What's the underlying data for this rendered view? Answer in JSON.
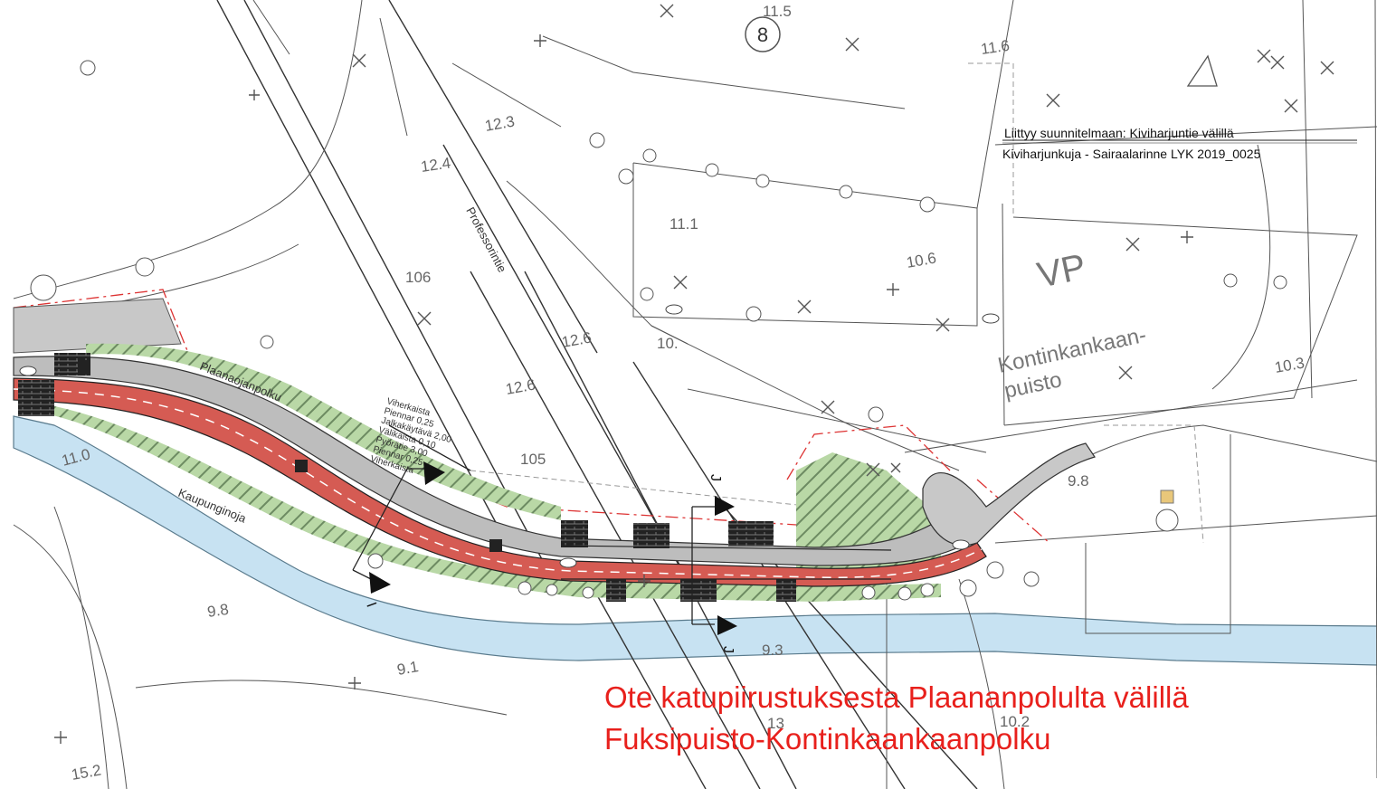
{
  "colors": {
    "background": "#ffffff",
    "water": "#c7e2f2",
    "path_red": "#d55b53",
    "path_gray": "#bdbdbd",
    "green_strip": "#b9d8a6",
    "caption_red": "#e8201c",
    "line": "#222222"
  },
  "caption": {
    "line1": "Ote katupiirustuksesta Plaananpolulta välillä",
    "line2": "Fuksipuisto-Kontinkaankaanpolku"
  },
  "note": {
    "line1": "Liittyy suunnitelmaan: Kiviharjuntie välillä",
    "line2": "Kiviharjunkuja - Sairaalarinne LYK 2019_0025"
  },
  "street_names": {
    "professorintie": "Professorintie",
    "plaanaojanpolku": "Plaanaojanpolku",
    "kaupunginoja": "Kaupunginoja",
    "kontinkankaanpuisto_1": "Kontinkankaan-",
    "kontinkankaanpuisto_2": "puisto",
    "vp": "VP"
  },
  "cross_section": [
    "Viherkaista",
    "Piennar 0,25",
    "Jalkakäytävä 2,00",
    "Välikaista 0,10",
    "Pyörätie 3,00",
    "Piennar 0,25",
    "Viherkaista"
  ],
  "elevations": {
    "e_11_5": "11.5",
    "e_11_6": "11.6",
    "e_12_3": "12.3",
    "e_12_4": "12.4",
    "e_11_1": "11.1",
    "e_10_6": "10.6",
    "e_106": "106",
    "e_12_6a": "12.6",
    "e_12_6b": "12.6",
    "e_10_3": "10.3",
    "e_11_0": "11.0",
    "e_105": "105",
    "e_9_8a": "9.8",
    "e_9_8b": "9.8",
    "e_9_1": "9.1",
    "e_9_3": "9.3",
    "e_10_2": "10.2",
    "e_13": "13",
    "e_15_2": "15.2",
    "e_10_7": "10."
  },
  "plot_number": "8",
  "section_marks": {
    "i_mark": "I",
    "j_mark_top": "J",
    "j_mark_bottom": "J"
  }
}
